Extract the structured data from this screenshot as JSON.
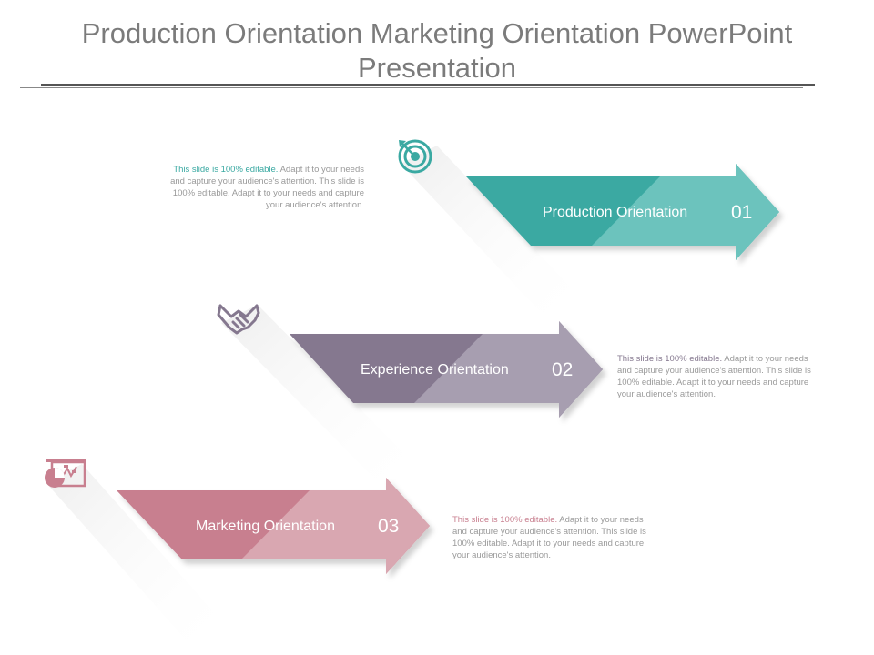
{
  "title": "Production Orientation Marketing Orientation PowerPoint Presentation",
  "colors": {
    "teal": "#3aa9a2",
    "teal_light": "#6cc3bd",
    "purple": "#85788f",
    "purple_light": "#a79eb0",
    "rose": "#c87f8f",
    "rose_light": "#d9a7b1",
    "ribbon": "#f1f1f1"
  },
  "steps": [
    {
      "label": "Production Orientation",
      "number": "01",
      "icon": "target-icon",
      "desc_lead": "This slide is 100% editable.",
      "desc_rest": " Adapt it to your needs and capture your audience's attention. This slide is 100% editable. Adapt it to your needs and capture your audience's attention."
    },
    {
      "label": "Experience Orientation",
      "number": "02",
      "icon": "handshake-icon",
      "desc_lead": "This slide is 100% editable.",
      "desc_rest": " Adapt it to your needs and capture your audience's attention. This slide is 100% editable. Adapt it to your needs and capture your audience's attention."
    },
    {
      "label": "Marketing Orientation",
      "number": "03",
      "icon": "presentation-chart-icon",
      "desc_lead": "This slide is 100% editable.",
      "desc_rest": " Adapt it to your needs and capture your audience's attention. This slide is 100% editable. Adapt it to your needs and capture your audience's attention."
    }
  ]
}
